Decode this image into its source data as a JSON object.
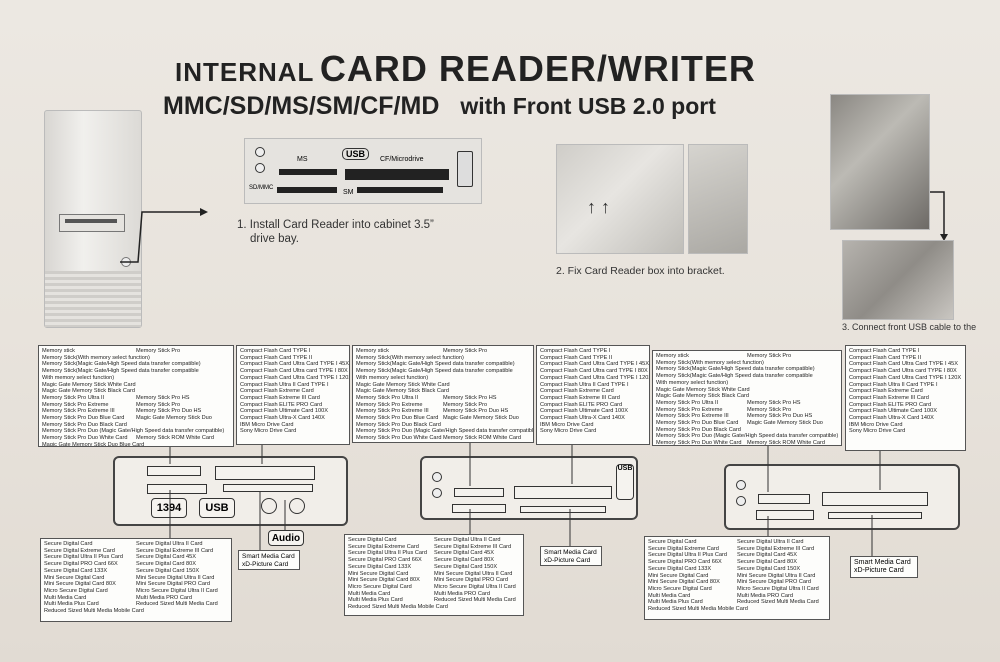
{
  "title": {
    "part1": "INTERNAL",
    "part2": "CARD READER/WRITER",
    "part3": "MMC/SD/MS/SM/CF/MD",
    "part4": "with Front  USB 2.0 port"
  },
  "steps": {
    "step1": "1. Install  Card  Reader into cabinet 3.5”",
    "step1b": "drive bay.",
    "step2": "2. Fix Card Reader box into bracket.",
    "step3": "3. Connect front USB cable to the"
  },
  "front_panel_labels": {
    "ms": "MS",
    "usb": "USB",
    "cf": "CF/Microdrive",
    "sd": "SD/MMC",
    "sm": "SM"
  },
  "port_labels": {
    "firewire": "1394",
    "usb": "USB",
    "audio": "Audio",
    "usb_small": "USB"
  },
  "ms_list": {
    "left": [
      "Memory stick",
      "Memory Stick(With memory select function)",
      "Memory Stick(Magic Gate/High Speed data transfer compatible)",
      "Memory Stick(Magic Gate/High Speed data transfer compatible",
      "With memory select function)",
      "Magic Gate Memory Stick White Card",
      "Magic Gate Memory Stick Black Card",
      "Memory Stick Pro Ultra II",
      "Memory Stick Pro Extreme",
      "Memory Stick Pro Extreme III",
      "Memory Stick Pro Duo Blue Card",
      "Memory Stick Pro Duo Black Card",
      "Memory Stick Pro Duo (Magic Gate/High Speed data transfer compatible)",
      "Memory Stick Pro Duo White Card",
      "Magic Gate Memory Stick Duo Blue Card"
    ],
    "right": [
      "Memory Stick Pro",
      "",
      "",
      "",
      "",
      "",
      "",
      "Memory Stick Pro HS",
      "Memory Stick Pro",
      "Memory Stick Pro Duo HS",
      "Magic Gate Memory Stick Duo",
      "",
      "",
      "Memory Stick ROM White Card",
      ""
    ]
  },
  "cf_list": [
    "Compact Flash Card TYPE I",
    "Compact Flash Card TYPE II",
    "Compact Flash Card Ultra Card TYPE I 45X",
    "Compact Flash Card Ultra card TYPE I 80X",
    "Compact Flash Card Ultra Card TYPE I 120X",
    "Compact Flash Ultra II Card TYPE I",
    "Compact Flash Extreme Card",
    "Compact Flash Extreme III Card",
    "Compact Flash ELITE PRO Card",
    "Compact Flash Ultimate Card 100X",
    "Compact Flash Ultra-X Card 140X",
    "IBM Micro Drive Card",
    "Sony Micro Drive Card"
  ],
  "sd_list": {
    "left": [
      "Secure Digital Card",
      "Secure Digital Extreme Card",
      "Secure Digital Ultra II Plus Card",
      "Secure Digital PRO Card 66X",
      "Secure Digital Card 133X",
      "Mini Secure Digital Card",
      "Mini Secure Digital Card 80X",
      "Micro Secure Digital Card",
      "Multi Media Card",
      "Multi Media Plus Card",
      "Reduced Sized Multi Media Mobile Card"
    ],
    "right": [
      "Secure Digital Ultra II Card",
      "Secure Digital Extreme III Card",
      "Secure Digital Card 45X",
      "Secure Digital Card 80X",
      "Secure Digital Card 150X",
      "Mini Secure Digital Ultra II Card",
      "Mini Secure Digital PRO Card",
      "Micro Secure Digital Ultra II Card",
      "Multi Media PRO Card",
      "Reduced Sized Multi Media Card",
      ""
    ]
  },
  "sm_list": [
    "Smart Media Card",
    "xD-Picture Card"
  ]
}
